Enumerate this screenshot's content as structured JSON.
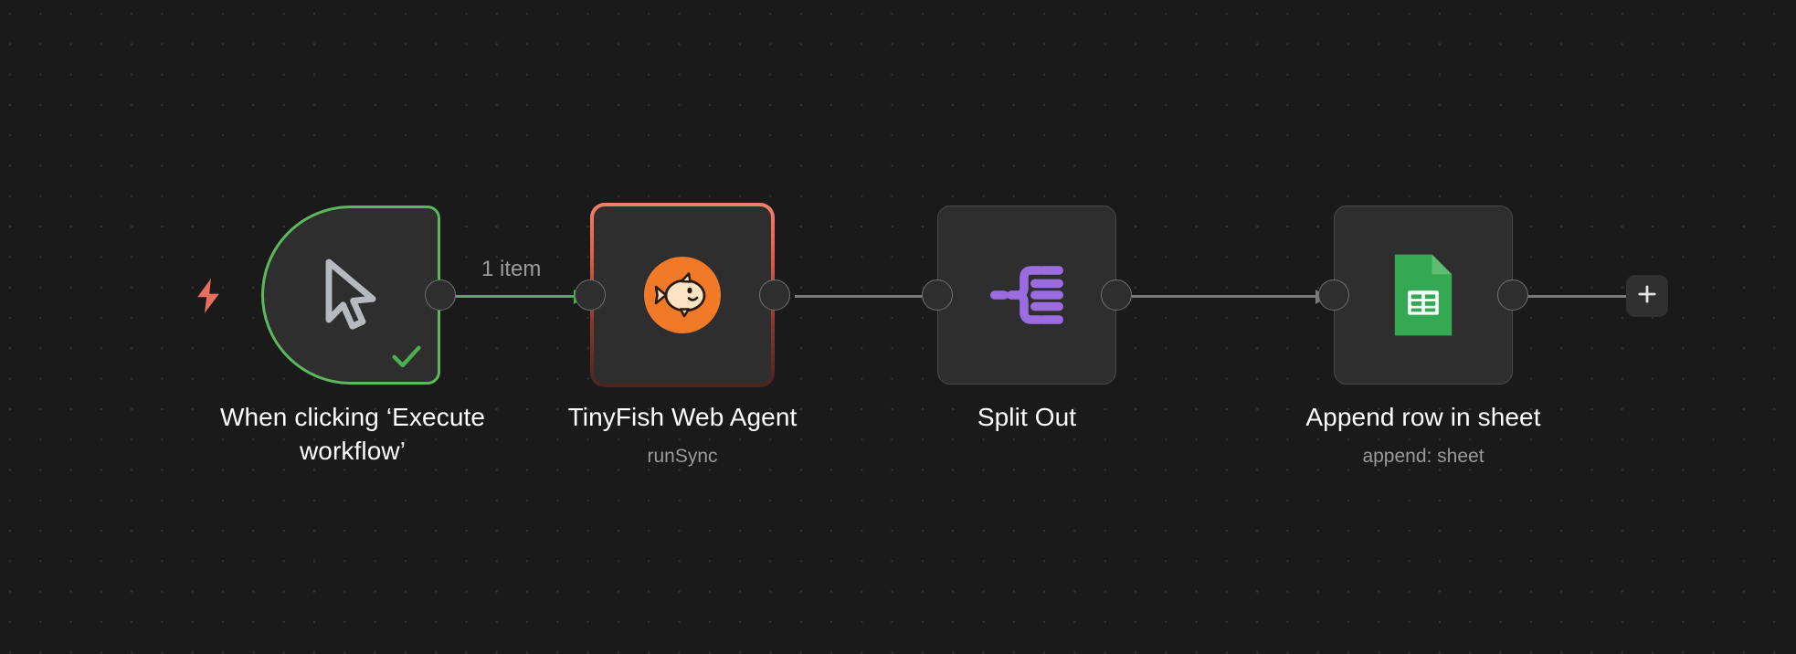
{
  "canvas": {
    "background_color": "#1a1a1a",
    "grid_dot_color": "#343434",
    "label": "workflow-canvas"
  },
  "workflow": {
    "nodes": [
      {
        "id": "trigger",
        "title": "When clicking ‘Execute\nworkflow’",
        "subtitle": "",
        "icon": "cursor-pointer-icon",
        "border_color": "#5cb85c",
        "body_color": "#2e2e2e",
        "status": "success",
        "status_icon": "check-icon",
        "has_trigger_bolt": true,
        "trigger_bolt_color": "#e8705d"
      },
      {
        "id": "tinyfish",
        "title": "TinyFish Web Agent",
        "subtitle": "runSync",
        "icon": "tinyfish-logo-icon",
        "border_color": "#f4806d",
        "body_color": "#2e2e2e",
        "accent_color": "#f07a28",
        "status": "error",
        "status_icon": "",
        "has_trigger_bolt": false
      },
      {
        "id": "splitout",
        "title": "Split Out",
        "subtitle": "",
        "icon": "split-out-icon",
        "border_color": "#4a4a4a",
        "body_color": "#2e2e2e",
        "accent_color": "#9b6ce0",
        "status": "none",
        "status_icon": "",
        "has_trigger_bolt": false
      },
      {
        "id": "sheets",
        "title": "Append row in sheet",
        "subtitle": "append: sheet",
        "icon": "google-sheets-icon",
        "border_color": "#4a4a4a",
        "body_color": "#2e2e2e",
        "accent_color": "#34a853",
        "status": "none",
        "status_icon": "",
        "has_trigger_bolt": false
      }
    ],
    "connections": [
      {
        "id": "c1",
        "from": "trigger",
        "to": "tinyfish",
        "label": "1 item",
        "color": "#4caf50",
        "state": "executed"
      },
      {
        "id": "c2",
        "from": "tinyfish",
        "to": "splitout",
        "label": "",
        "color": "#7a7a7a",
        "state": "idle"
      },
      {
        "id": "c3",
        "from": "splitout",
        "to": "sheets",
        "label": "",
        "color": "#7a7a7a",
        "state": "idle"
      },
      {
        "id": "c4",
        "from": "sheets",
        "to": "add",
        "label": "",
        "color": "#7a7a7a",
        "state": "idle"
      }
    ],
    "add_node_button": {
      "label": "+",
      "name": "add-node-button"
    }
  }
}
